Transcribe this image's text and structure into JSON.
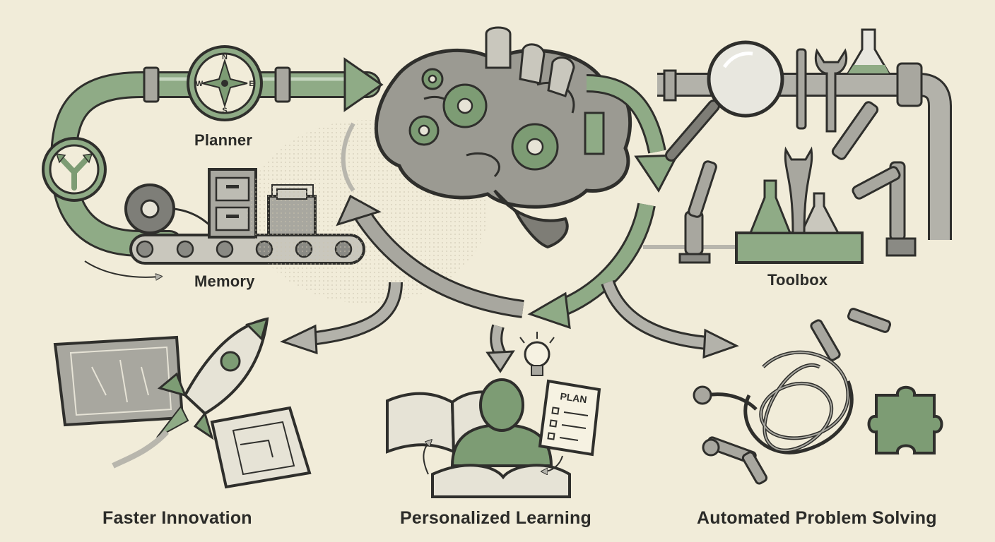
{
  "labels": {
    "planner": "Planner",
    "memory": "Memory",
    "toolbox": "Toolbox",
    "faster_innovation": "Faster Innovation",
    "personalized_learning": "Personalized Learning",
    "automated_problem_solving": "Automated Problem Solving"
  },
  "compass_letters": {
    "n": "N",
    "e": "E",
    "s": "S",
    "w": "W"
  },
  "plan_card_title": "PLAN",
  "colors": {
    "background": "#f1ecd9",
    "accent_green": "#7d9c74",
    "dark_green": "#4f6b49",
    "ink": "#2f2f2c",
    "metal_grey": "#a8a79f"
  }
}
